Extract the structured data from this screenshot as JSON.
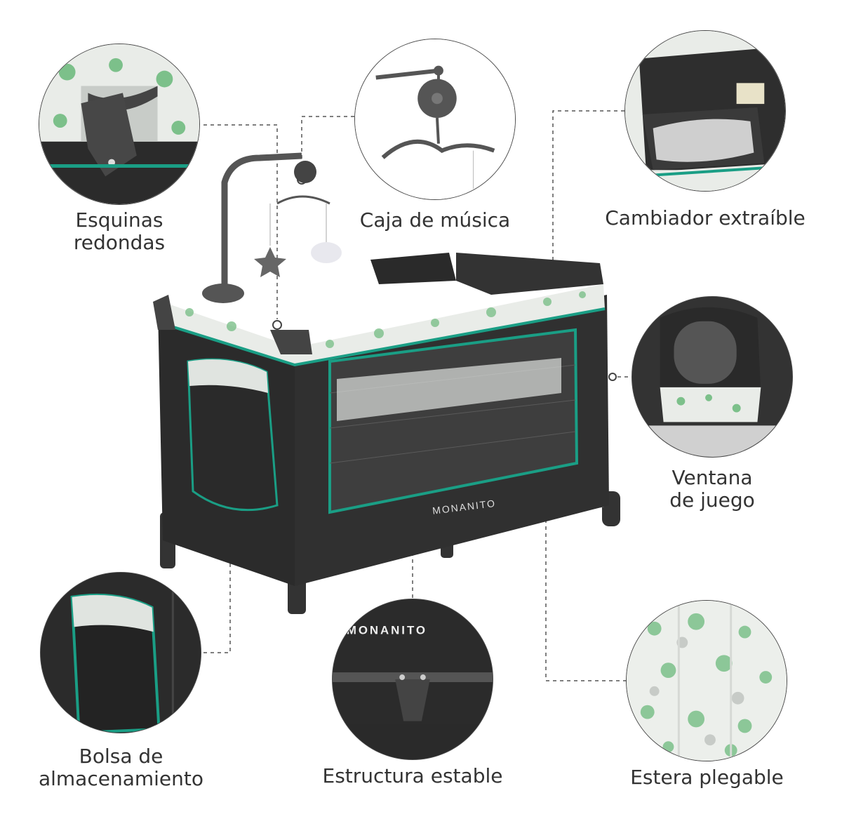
{
  "features": {
    "corners": {
      "line1": "Esquinas",
      "line2": "redondas",
      "icon": "rounded-corner-closeup"
    },
    "music": {
      "line1": "Caja de música",
      "icon": "music-mobile-closeup"
    },
    "changer": {
      "line1": "Cambiador extraíble",
      "icon": "changing-table-closeup"
    },
    "window": {
      "line1": "Ventana",
      "line2": "de juego",
      "icon": "play-window-closeup"
    },
    "bag": {
      "line1": "Bolsa de",
      "line2": "almacenamiento",
      "icon": "storage-bag-closeup"
    },
    "frame": {
      "line1": "Estructura estable",
      "icon": "stable-frame-closeup"
    },
    "mat": {
      "line1": "Estera plegable",
      "icon": "folding-mat-closeup"
    }
  },
  "product": {
    "brand": "MONANITO",
    "brand_closeup": "MONANITO"
  },
  "colors": {
    "fabric": "#2b2b2b",
    "trim": "#1a9e85",
    "print_bg": "#e9ece8",
    "print_leaf": "#7cc08a",
    "line": "#555555"
  }
}
